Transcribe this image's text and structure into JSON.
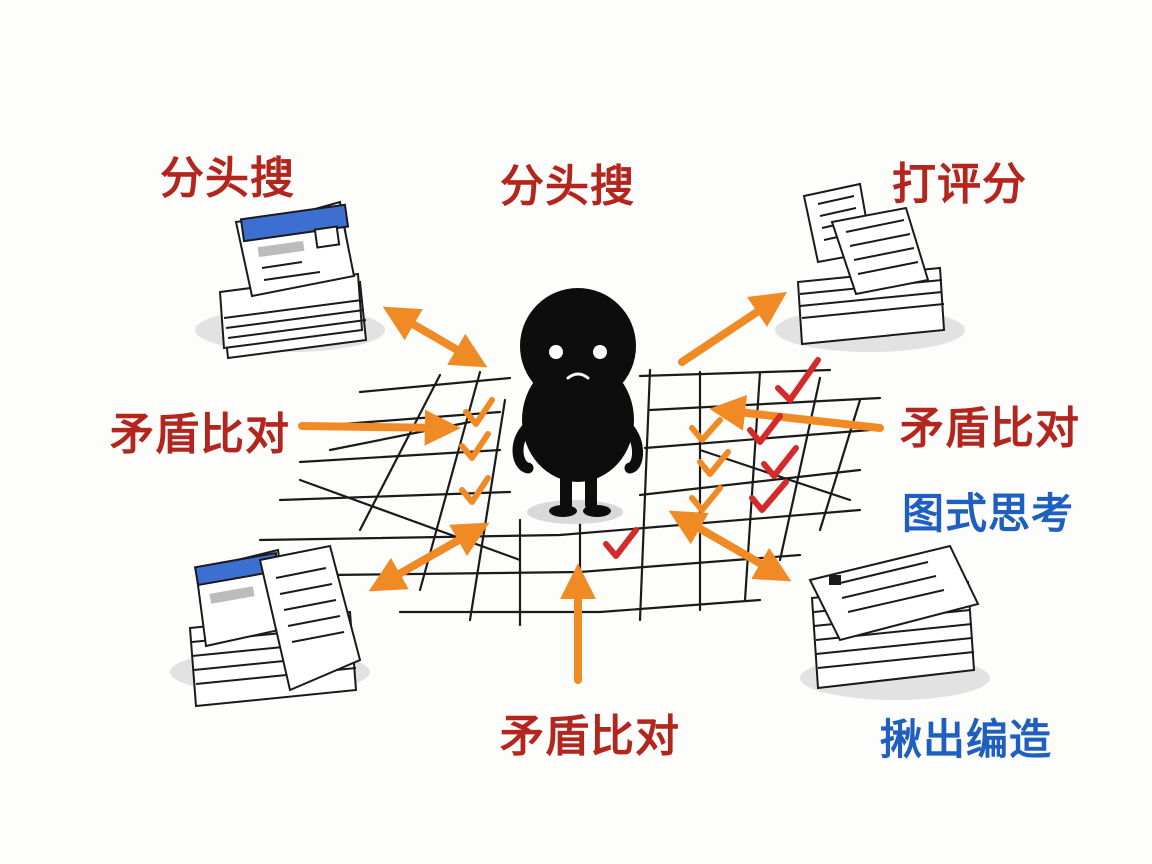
{
  "labels": {
    "top_left": "分头搜",
    "top_center": "分头搜",
    "top_right": "打评分",
    "mid_left": "矛盾比对",
    "mid_right": "矛盾比对",
    "right_blue_upper": "图式思考",
    "bottom_center": "矛盾比对",
    "bottom_right_blue": "揪出编造"
  },
  "colors": {
    "ink": "#111111",
    "label_red": "#b3261e",
    "label_blue": "#1f5fbf",
    "arrow_orange": "#f08a24",
    "check_orange": "#f08a24",
    "check_red": "#d42a2a",
    "paper": "#ffffff",
    "browser_blue": "#3d6fd1",
    "shadow": "#d9d9d9"
  },
  "icons": {
    "figure": "black-round-character",
    "grid": "sketched-grid-mat",
    "checks": "check-mark-icon",
    "docs": "document-stack-icon"
  }
}
